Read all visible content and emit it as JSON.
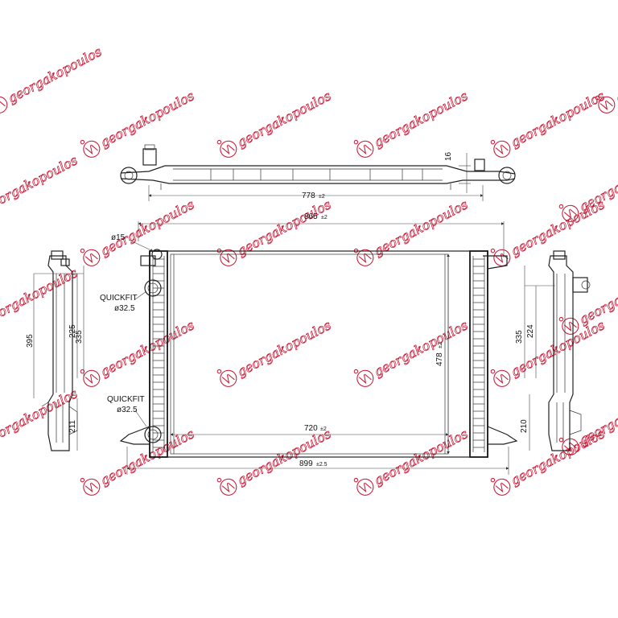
{
  "watermark": {
    "text": "georgakopoulos",
    "brand_color": "#c8102e",
    "star_color": "#3a4fa0"
  },
  "dimensions": {
    "top_view_length": "778",
    "top_view_length_tol": "±2",
    "top_view_height": "16",
    "overall_width": "865",
    "overall_width_tol": "±2",
    "core_height": "478",
    "core_height_tol": "±2",
    "core_width": "720",
    "core_width_tol": "±2",
    "total_width": "899",
    "total_width_tol": "±2.5",
    "pipe_diameter": "ø15",
    "left_side_a": "225",
    "left_side_b": "335",
    "left_side_c": "395",
    "left_side_d": "211",
    "right_side_a": "224",
    "right_side_b": "335",
    "right_side_c": "210"
  },
  "callouts": {
    "quickfit_upper_label": "QUICKFIT",
    "quickfit_upper_size": "ø32.5",
    "quickfit_lower_label": "QUICKFIT",
    "quickfit_lower_size": "ø32.5"
  }
}
